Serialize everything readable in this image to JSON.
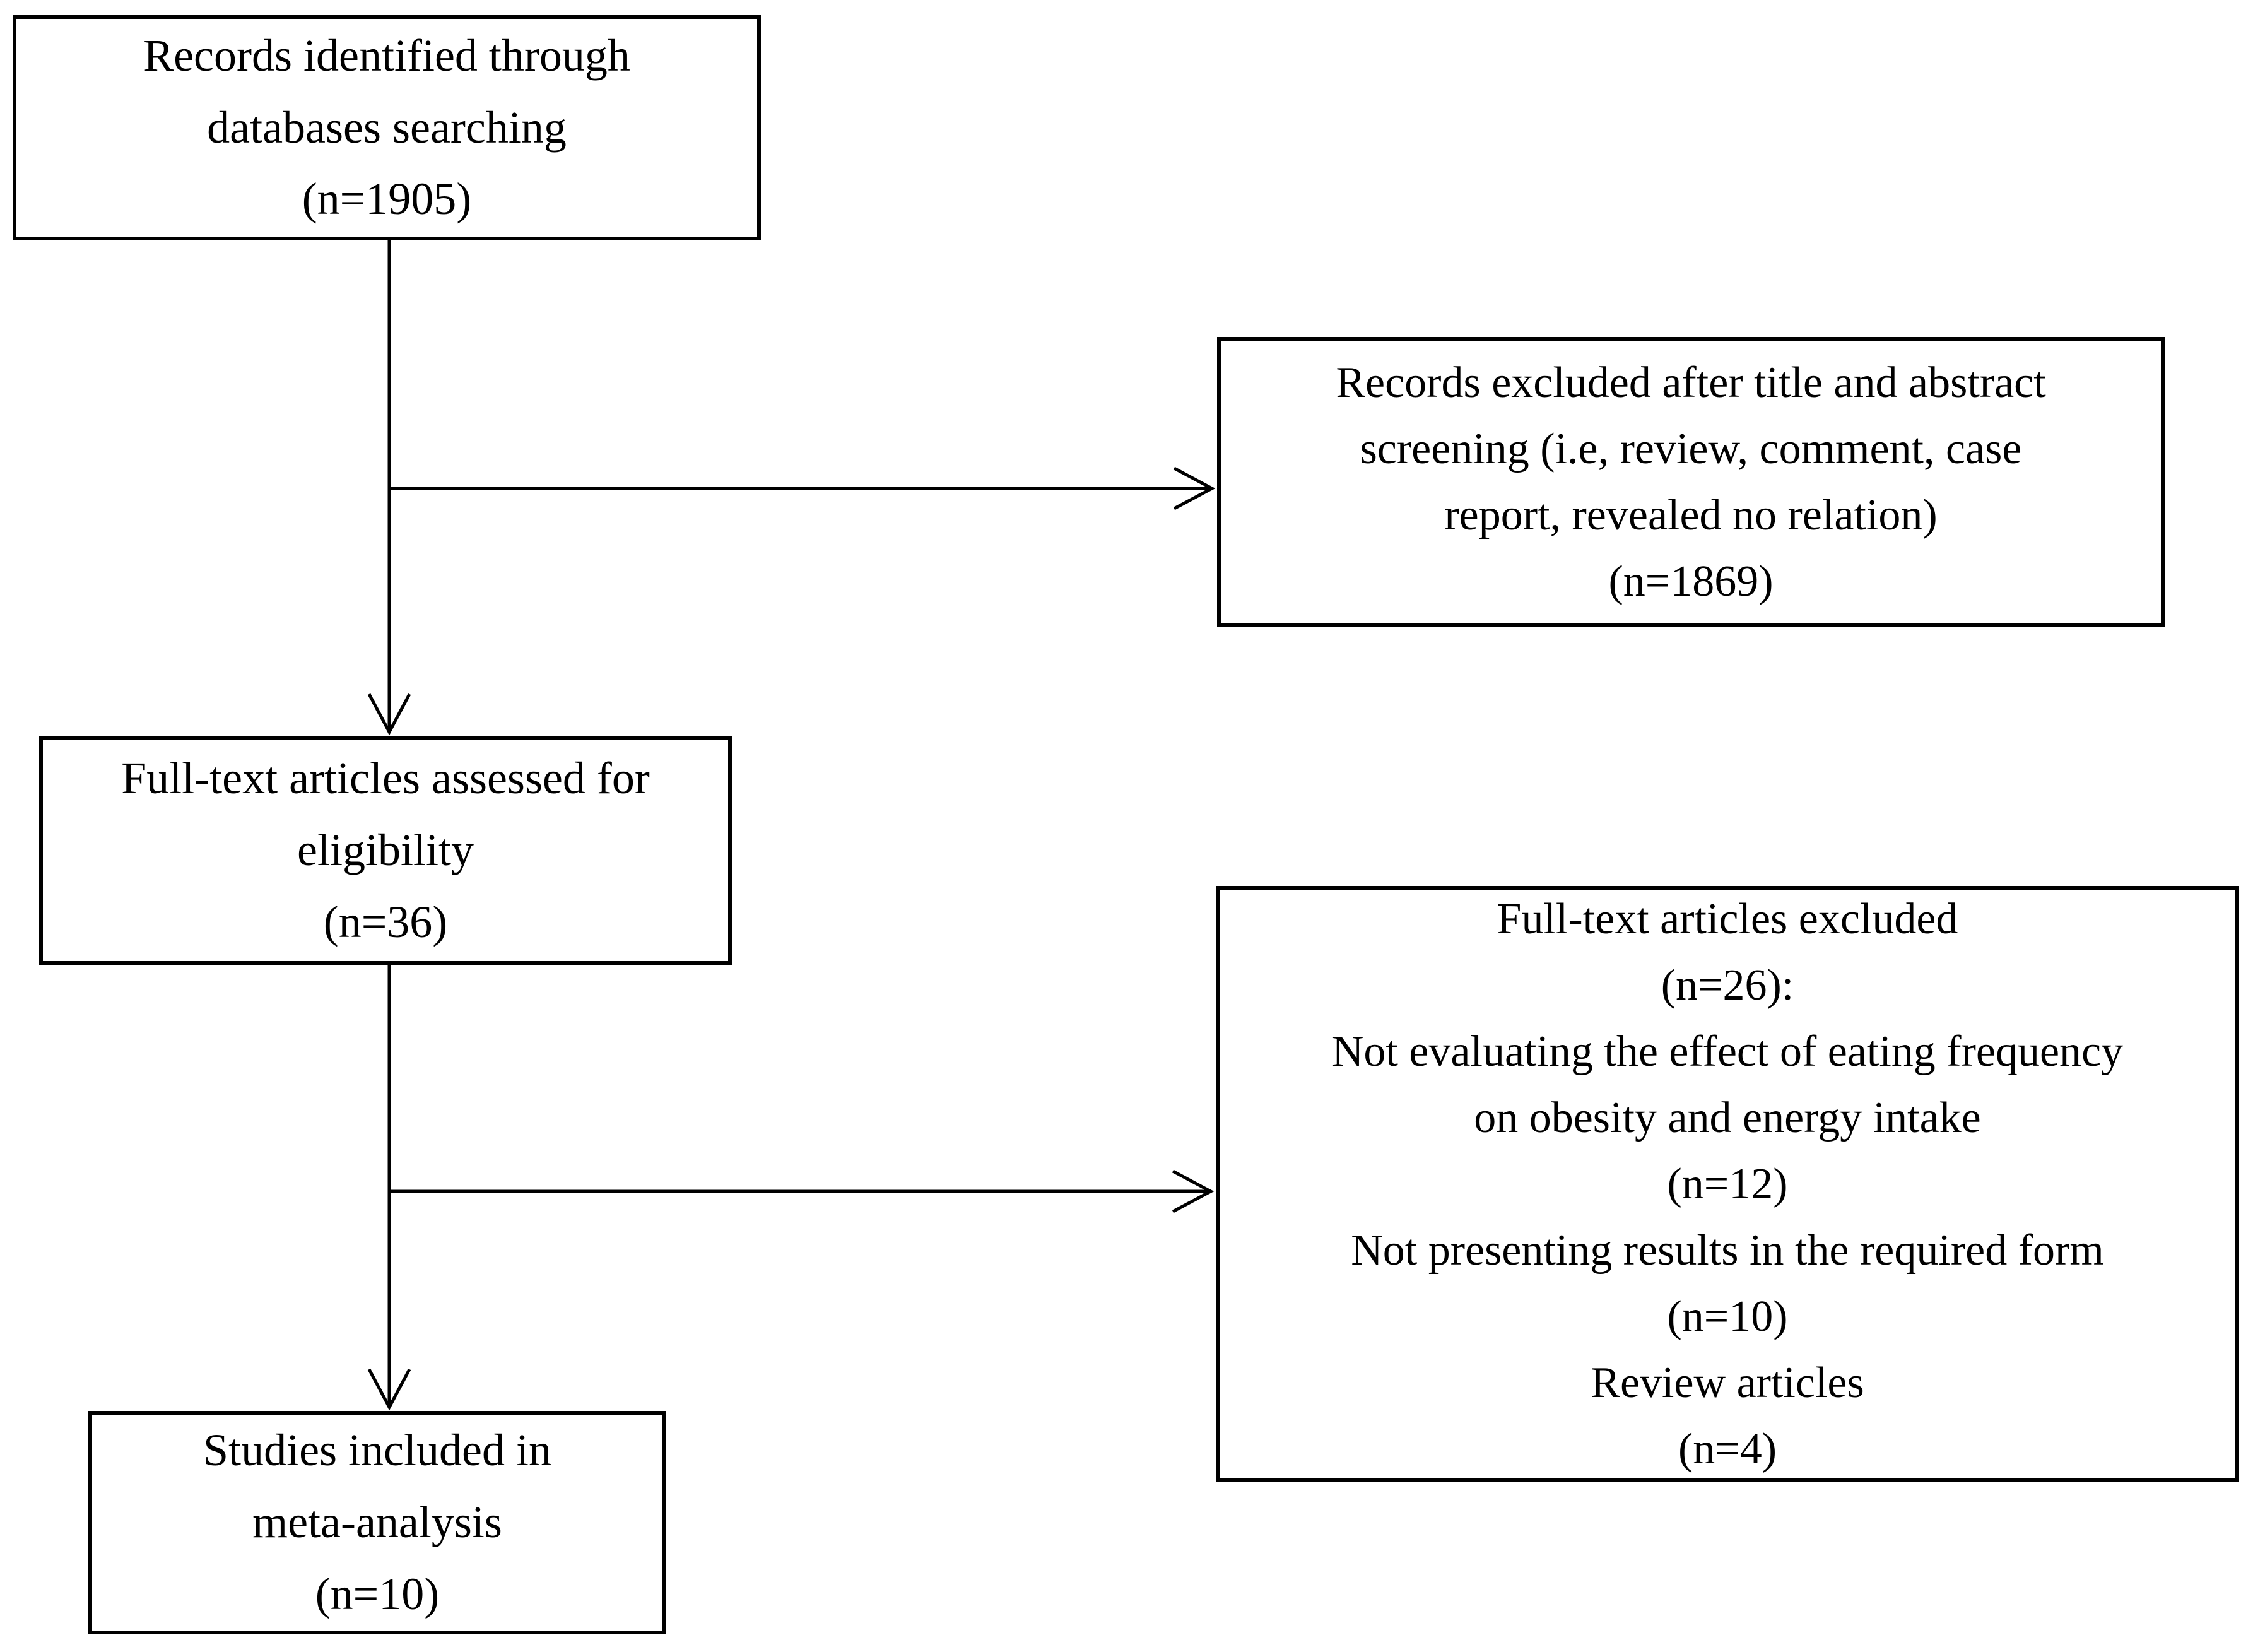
{
  "diagram": {
    "type": "flowchart",
    "colors": {
      "background": "#ffffff",
      "box_border": "#000000",
      "text": "#000000",
      "arrow": "#000000"
    },
    "nodes": {
      "records_identified": {
        "lines": [
          "Records identified through",
          "databases searching",
          "(n=1905)"
        ],
        "n": 1905
      },
      "records_excluded": {
        "lines": [
          "Records excluded after title and abstract",
          "screening (i.e, review, comment, case",
          "report, revealed no relation)",
          "(n=1869)"
        ],
        "n": 1869
      },
      "fulltext_assessed": {
        "lines": [
          "Full-text articles assessed for",
          "eligibility",
          "(n=36)"
        ],
        "n": 36
      },
      "fulltext_excluded": {
        "lines": [
          "Full-text articles excluded",
          "(n=26):",
          "Not evaluating the effect of eating frequency",
          "on obesity and energy intake",
          "(n=12)",
          "Not presenting results in the required form",
          "(n=10)",
          "Review articles",
          "(n=4)"
        ],
        "n": 26
      },
      "studies_included": {
        "lines": [
          "Studies included in",
          "meta-analysis",
          "(n=10)"
        ],
        "n": 10
      }
    },
    "edges": [
      {
        "from": "records_identified",
        "to": "fulltext_assessed"
      },
      {
        "from": "records_identified",
        "to": "records_excluded"
      },
      {
        "from": "fulltext_assessed",
        "to": "studies_included"
      },
      {
        "from": "fulltext_assessed",
        "to": "fulltext_excluded"
      }
    ]
  }
}
